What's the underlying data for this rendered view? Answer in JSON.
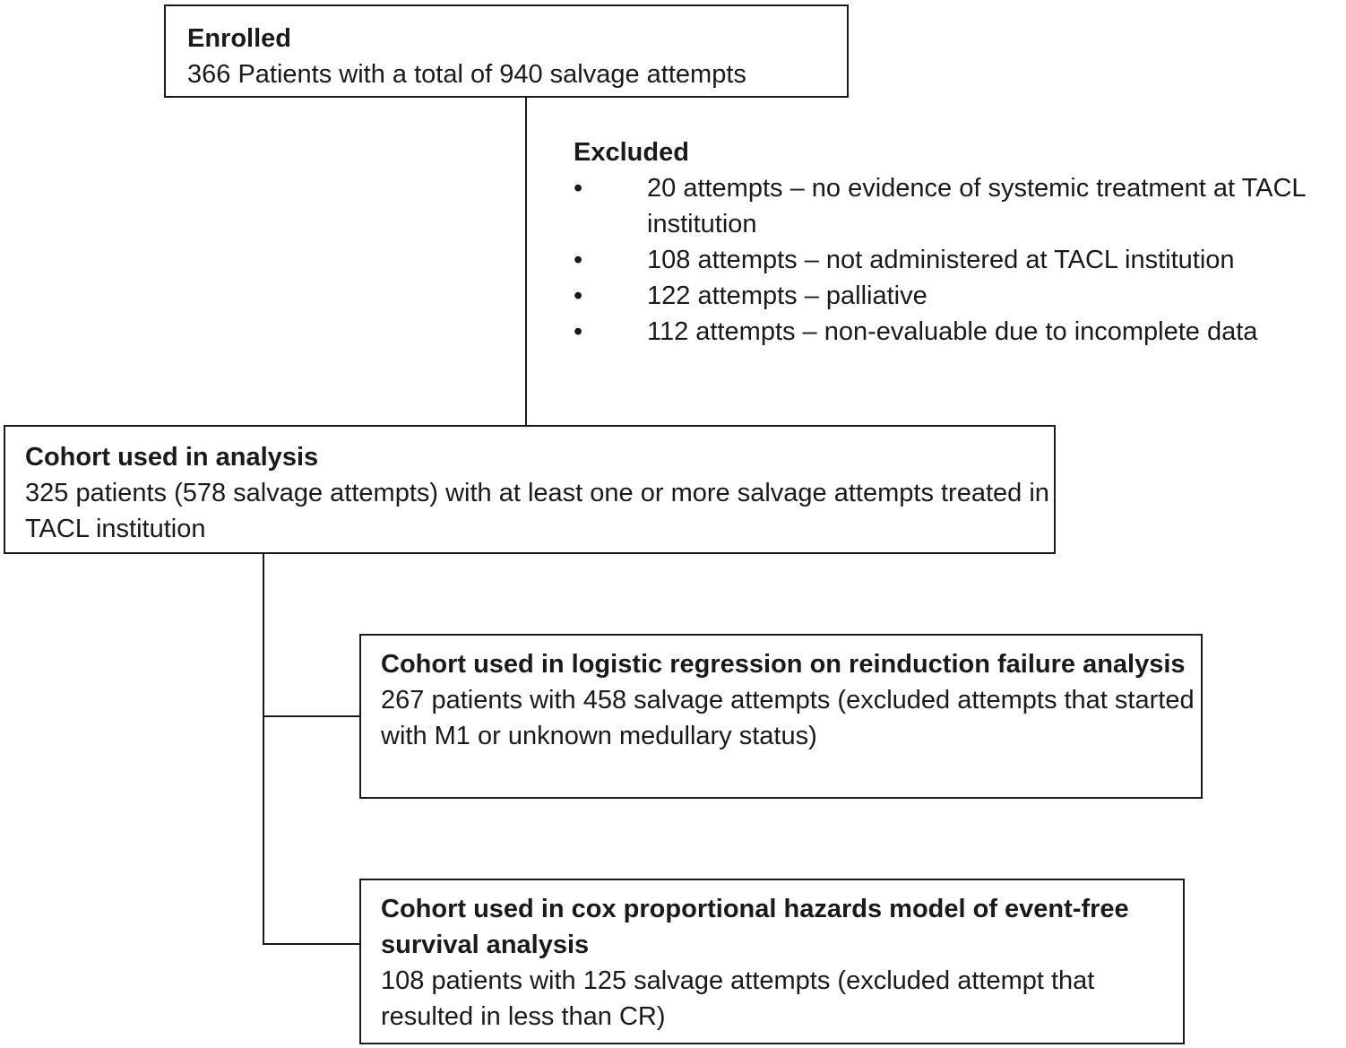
{
  "enrolled": {
    "title": "Enrolled",
    "body": "366 Patients with a total of 940 salvage attempts"
  },
  "excluded": {
    "title": "Excluded",
    "bullet": "•",
    "items": [
      "20 attempts – no evidence of systemic treatment at TACL institution",
      "108 attempts – not administered at TACL institution",
      "122 attempts – palliative",
      "112 attempts – non-evaluable due to incomplete data"
    ]
  },
  "cohort_analysis": {
    "title": "Cohort used in analysis",
    "body": "325 patients (578 salvage attempts) with at least one or more salvage attempts treated in TACL institution"
  },
  "cohort_logistic": {
    "title": "Cohort used in logistic regression on reinduction failure analysis",
    "body": "267 patients with 458 salvage attempts (excluded attempts that started with M1 or unknown medullary status)"
  },
  "cohort_cox": {
    "title": "Cohort used in cox proportional hazards model of event-free survival analysis",
    "body": "108 patients with 125 salvage attempts (excluded attempt that resulted in less than CR)"
  }
}
